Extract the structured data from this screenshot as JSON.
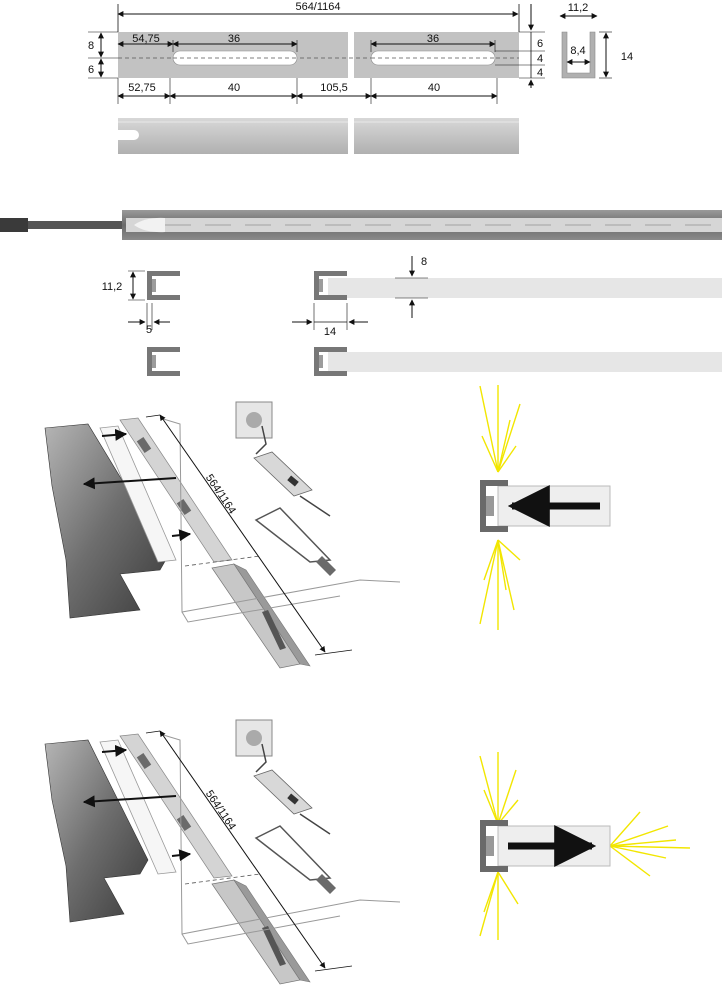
{
  "section1": {
    "overall_length": "564/1164",
    "slot_offset_top": "54,75",
    "slot_length_left": "36",
    "slot_length_right": "36",
    "height_upper": "8",
    "height_lower": "6",
    "right_dim_a": "6",
    "right_dim_b": "4",
    "right_dim_c": "4",
    "hole_offset_bottom": "52,75",
    "hole_spacing_left": "40",
    "gap_between": "105,5",
    "hole_spacing_right": "40",
    "profile_width": "11,2",
    "profile_inner_width": "8,4",
    "profile_height": "14"
  },
  "section3": {
    "small_profile_height": "11,2",
    "small_profile_width": "5",
    "large_profile_width": "14",
    "panel_thickness": "8"
  },
  "section4": {
    "length_label_top": "564/1164",
    "length_label_bottom": "564/1164"
  },
  "colors": {
    "profile_gray": "#b8b8b8",
    "profile_dark": "#6a6a6a",
    "light_rays": "#f2e600",
    "panel_light": "#eeeeee",
    "arrow": "#111111"
  }
}
